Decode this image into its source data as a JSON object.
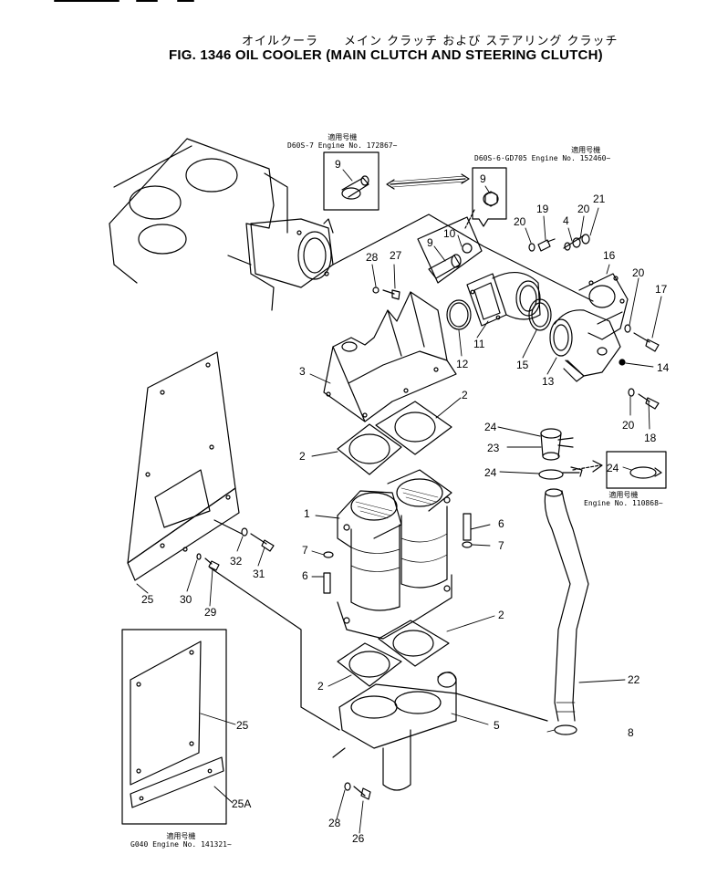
{
  "title": {
    "japanese": "オイルクーラ　　メイン クラッチ および ステアリング クラッチ",
    "english": "FIG. 1346 OIL COOLER (MAIN CLUTCH AND STEERING CLUTCH)"
  },
  "notes": {
    "top_left": {
      "kanji": "適用号機",
      "text": "D60S-7  Engine  No. 172867~"
    },
    "top_right": {
      "kanji": "適用号機",
      "text": "D60S-6·GD705  Engine  No. 152460~"
    },
    "hose_clamp": {
      "kanji": "適用号機",
      "text": "Engine  No. 110868~"
    },
    "bottom_left": {
      "kanji": "適用号機",
      "text": "G040  Engine  No. 141321~"
    }
  },
  "callouts": {
    "c1": "1",
    "c2a": "2",
    "c2b": "2",
    "c2c": "2",
    "c2d": "2",
    "c3": "3",
    "c4": "4",
    "c5": "5",
    "c6a": "6",
    "c6b": "6",
    "c7a": "7",
    "c7b": "7",
    "c8": "8",
    "c9a": "9",
    "c9b": "9",
    "c9c": "9",
    "c10": "10",
    "c11": "11",
    "c12": "12",
    "c13": "13",
    "c14": "14",
    "c15": "15",
    "c16": "16",
    "c17": "17",
    "c18": "18",
    "c19": "19",
    "c20a": "20",
    "c20b": "20",
    "c20c": "20",
    "c20d": "20",
    "c21": "21",
    "c22": "22",
    "c23": "23",
    "c24a": "24",
    "c24b": "24",
    "c24c": "24",
    "c25a": "25",
    "c25b": "25",
    "c25A": "25A",
    "c26": "26",
    "c27": "27",
    "c28a": "28",
    "c28b": "28",
    "c29": "29",
    "c30": "30",
    "c31": "31",
    "c32": "32"
  },
  "colors": {
    "ink": "#000000",
    "paper": "#ffffff"
  }
}
